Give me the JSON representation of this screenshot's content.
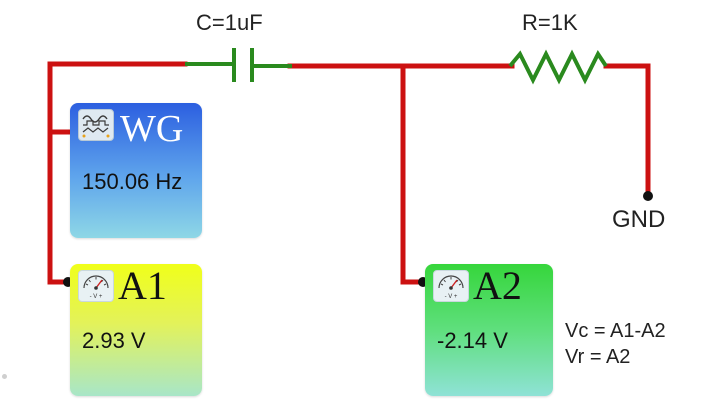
{
  "circuit": {
    "capacitor_label": "C=1uF",
    "resistor_label": "R=1K",
    "ground_label": "GND",
    "wire_color": "#cc1111",
    "capacitor_color": "#2a8a1e",
    "resistor_color": "#2a8a1e"
  },
  "wave_generator": {
    "title": "WG",
    "value": "150.06 Hz",
    "icon": "waveform-icon"
  },
  "ammeter_1": {
    "title": "A1",
    "value": "2.93 V",
    "icon": "gauge-icon",
    "scale_text": "- V +"
  },
  "ammeter_2": {
    "title": "A2",
    "value": "-2.14 V",
    "icon": "gauge-icon",
    "scale_text": "- V +"
  },
  "formulas": {
    "vc": "Vc = A1-A2",
    "vr": "Vr = A2"
  }
}
